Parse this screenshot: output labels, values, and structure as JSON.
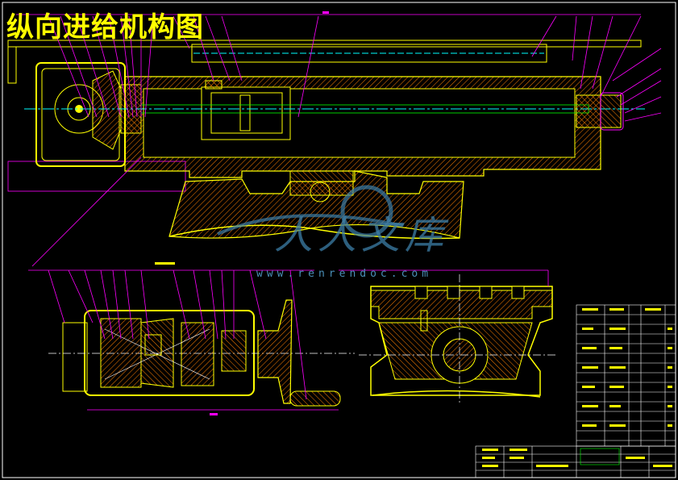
{
  "drawing": {
    "title": "纵向进给机构图",
    "watermark_text": "www.renrendoc.com",
    "watermark_brand": "人人文库",
    "colors": {
      "background": "#000000",
      "frame": "#ffffff",
      "outline": "#ffff00",
      "hatch": "#ff7f00",
      "leader": "#ff00ff",
      "centerline": "#00ffff",
      "title_text": "#ffff00",
      "watermark": "#3d7fa8"
    }
  },
  "icons": {
    "watermark_logo": "circle-swoosh-logo-icon"
  }
}
